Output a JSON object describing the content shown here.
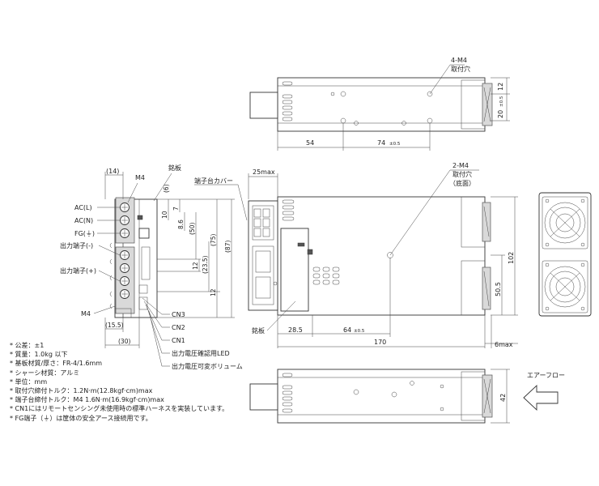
{
  "top_view": {
    "mount_holes": "4-M4",
    "mount_holes_sub": "取付穴",
    "dim_54": "54",
    "dim_74": "74",
    "dim_74_tol": "±0.5",
    "dim_12": "12",
    "dim_20": "20",
    "dim_20_tol": "±0.5"
  },
  "front_view": {
    "top_dim_14": "(14)",
    "label_m4": "M4",
    "label_nameplate": "銘板",
    "dim_6": "(6)",
    "dim_10": "10",
    "dim_7": "7",
    "dim_8_6": "8.6",
    "dim_50": "(50)",
    "dim_75": "(75)",
    "dim_87": "(87)",
    "dim_12a": "12",
    "dim_23_5": "(23.5)",
    "dim_12b": "12",
    "ac_l": "AC(L)",
    "ac_n": "AC(N)",
    "fg": "FG(⏚)",
    "out_minus": "出力端子(-)",
    "out_plus": "出力端子(+)",
    "label_m4_bottom": "M4",
    "dim_15_5": "(15.5)",
    "dim_30": "(30)",
    "cn3": "CN3",
    "cn2": "CN2",
    "cn1": "CN1",
    "led": "出力電圧確認用LED",
    "volume": "出力電圧可変ボリューム"
  },
  "side_view": {
    "terminal_cover": "端子台カバー",
    "dim_25max": "25max",
    "mount_holes": "2-M4",
    "mount_holes_sub1": "取付穴",
    "mount_holes_sub2": "（底面）",
    "nameplate": "銘板",
    "dim_28_5": "28.5",
    "dim_64": "64",
    "dim_64_tol": "±0.5",
    "dim_170": "170",
    "dim_6max": "6max",
    "dim_102": "102",
    "dim_50_5": "50.5"
  },
  "bottom_view": {
    "dim_42": "42",
    "airflow": "エアーフロー"
  },
  "notes": [
    "* 公差：±1",
    "* 質量：1.0kg 以下",
    "* 基板材質/厚さ：FR-4/1.6mm",
    "* シャーシ材質：アルミ",
    "* 単位：mm",
    "* 取付穴締付トルク：1.2N·m(12.8kgf·cm)max",
    "* 端子台締付トルク：M4 1.6N·m(16.9kgf·cm)max",
    "* CN1にはリモートセンシング未使用時の標準ハーネスを実装しています。",
    "* FG端子（⏚）は筐体の安全アース接続用です。"
  ]
}
